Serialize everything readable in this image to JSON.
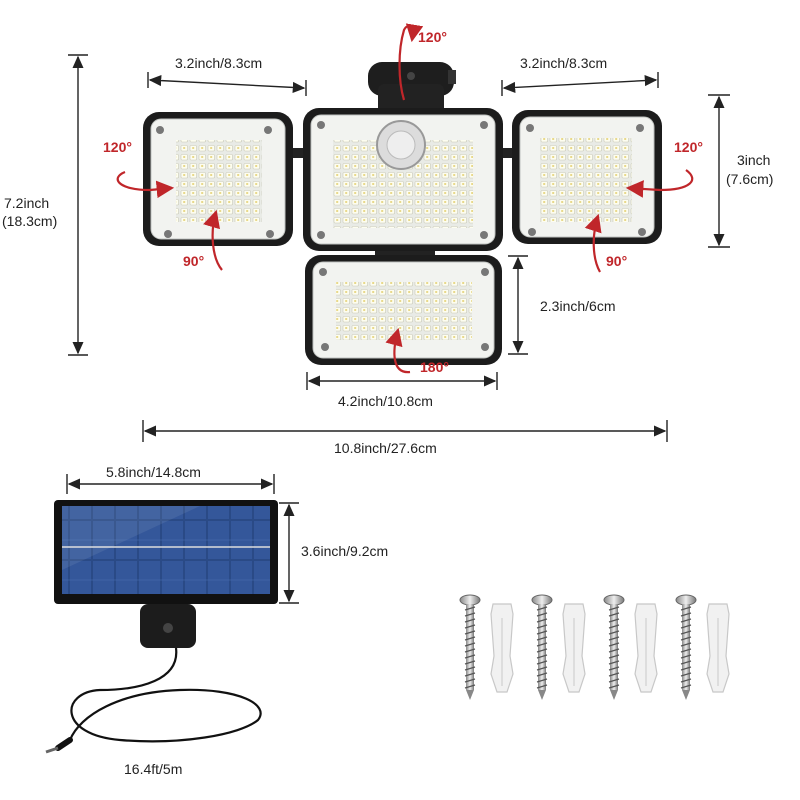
{
  "dimensions": {
    "side_width_left": "3.2inch/8.3cm",
    "side_width_right": "3.2inch/8.3cm",
    "total_height_inch": "7.2inch",
    "total_height_cm": "(18.3cm)",
    "side_height_inch": "3inch",
    "side_height_cm": "(7.6cm)",
    "bottom_height": "2.3inch/6cm",
    "bottom_width": "4.2inch/10.8cm",
    "total_width": "10.8inch/27.6cm",
    "panel_width": "5.8inch/14.8cm",
    "panel_height": "3.6inch/9.2cm",
    "cable_length": "16.4ft/5m"
  },
  "rotations": {
    "top": "120°",
    "left_horizontal": "120°",
    "left_vertical": "90°",
    "right_horizontal": "120°",
    "right_vertical": "90°",
    "bottom": "180°"
  },
  "colors": {
    "dimension_line": "#222222",
    "rotation_arrow": "#c0262a",
    "housing": "#1c1c1c",
    "led": "#fbfbe6",
    "solar_cell": "#2a4a86"
  },
  "hardware": {
    "screw_count": 4,
    "anchor_count": 4
  }
}
